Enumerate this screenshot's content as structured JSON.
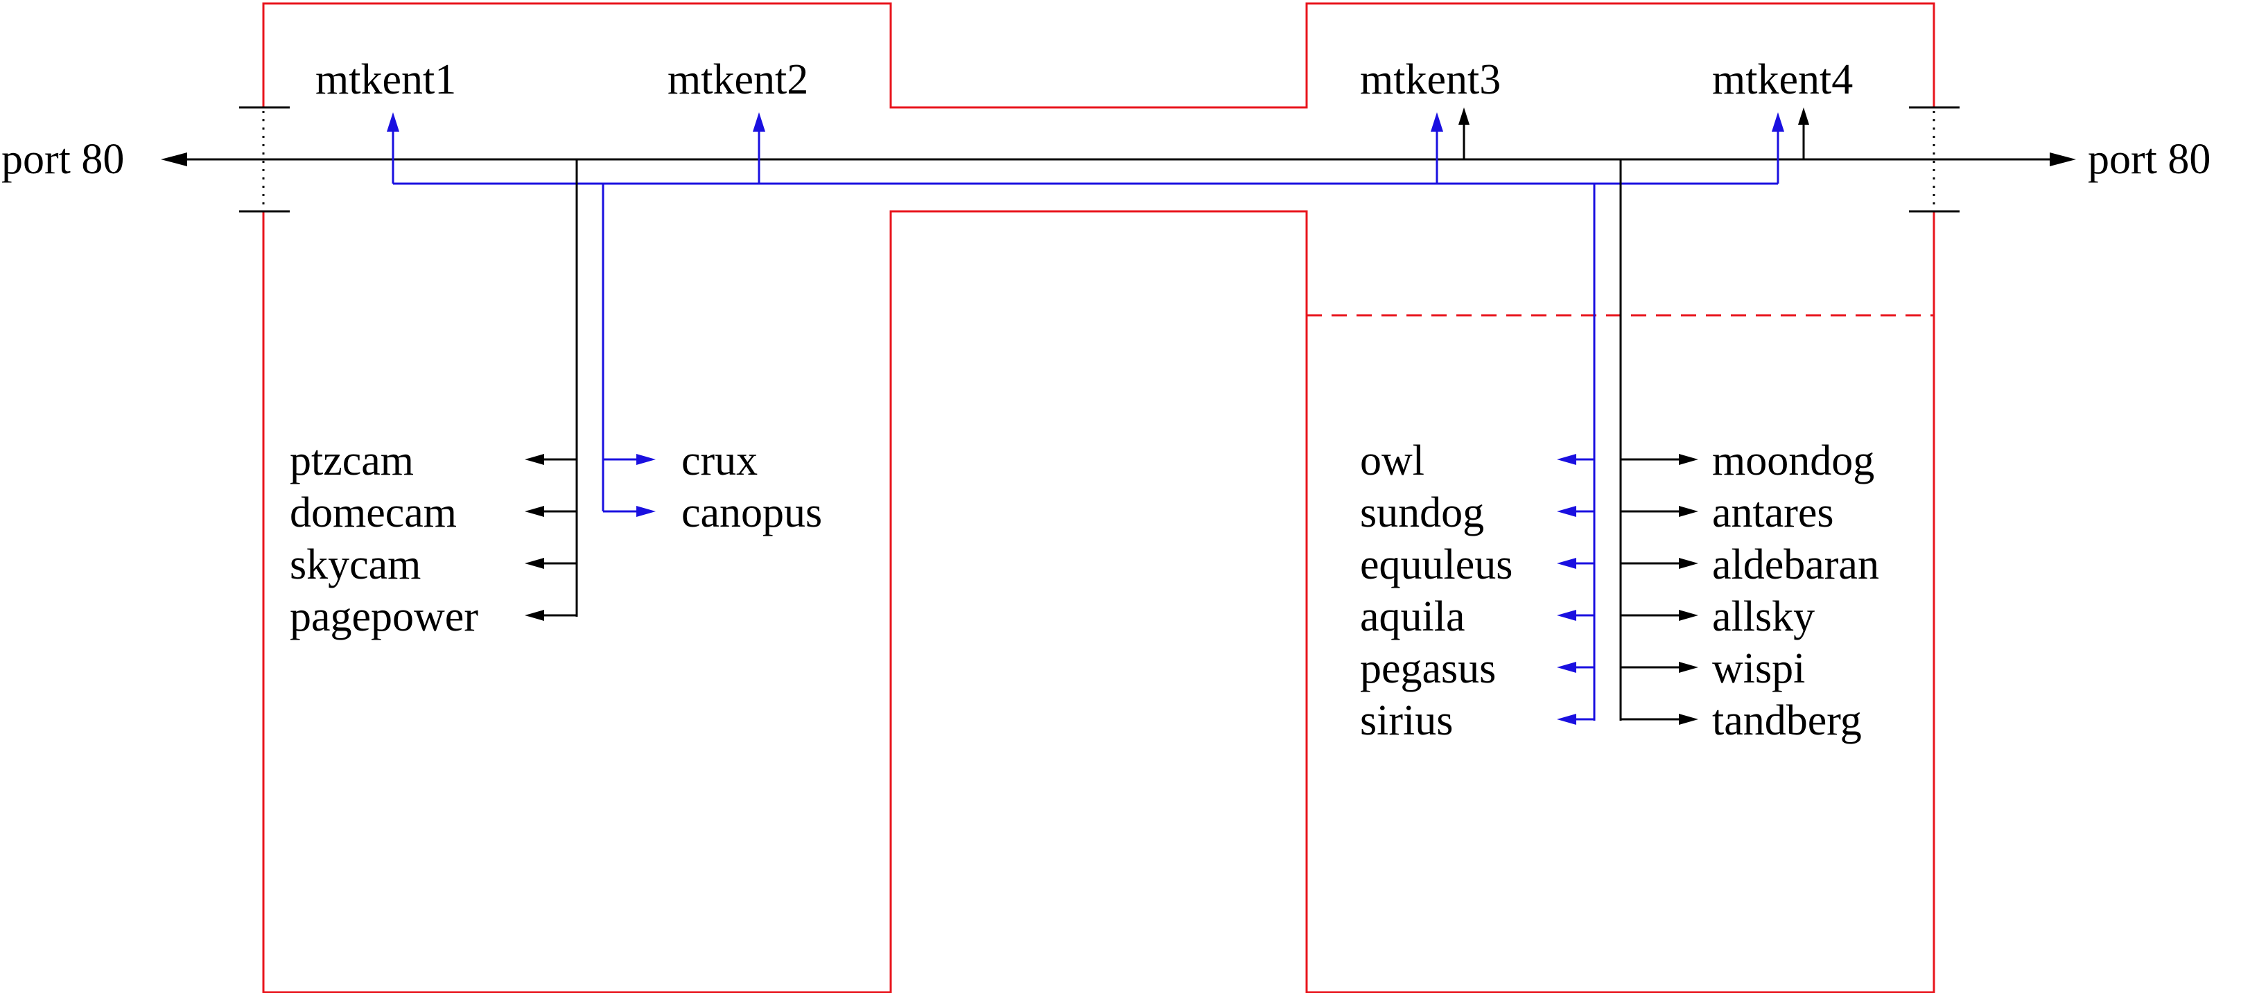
{
  "colors": {
    "building": "#e8141c",
    "black_line": "#000000",
    "blue_line": "#1a10e0"
  },
  "port_left": "port 80",
  "port_right": "port 80",
  "hosts": {
    "mtkent1": "mtkent1",
    "mtkent2": "mtkent2",
    "mtkent3": "mtkent3",
    "mtkent4": "mtkent4"
  },
  "left_black_devices": [
    "ptzcam",
    "domecam",
    "skycam",
    "pagepower"
  ],
  "left_blue_devices": [
    "crux",
    "canopus"
  ],
  "right_blue_devices": [
    "owl",
    "sundog",
    "equuleus",
    "aquila",
    "pegasus",
    "sirius"
  ],
  "right_black_devices": [
    "moondog",
    "antares",
    "aldebaran",
    "allsky",
    "wispi",
    "tandberg"
  ]
}
